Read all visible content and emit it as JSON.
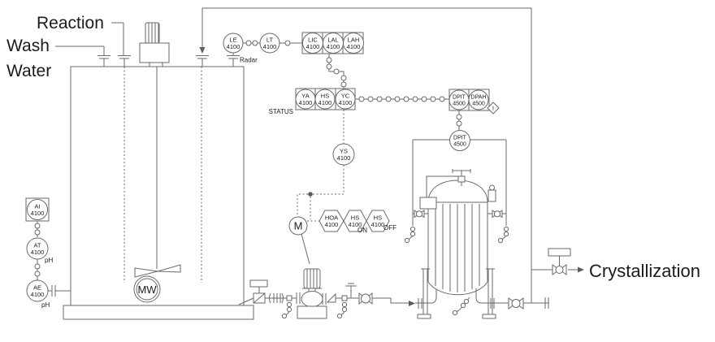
{
  "colors": {
    "line": "#6a6a6a",
    "text": "#1b1b1b",
    "background": "#ffffff"
  },
  "streams": {
    "reaction": "Reaction",
    "wash_water_line1": "Wash",
    "wash_water_line2": "Water",
    "crystallization": "Crystallization"
  },
  "labels": {
    "radar": "Radar",
    "status": "STATUS",
    "hs_on_state": "ON",
    "hs_off_state": "OFF",
    "at_units": "pH",
    "ae_units": "pH",
    "agitator_motor": "MW",
    "pump_motor": "M",
    "interlock": "I"
  },
  "instruments": {
    "le": {
      "tag": "LE",
      "loop": "4100"
    },
    "lt": {
      "tag": "LT",
      "loop": "4100"
    },
    "lic": {
      "tag": "LIC",
      "loop": "4100"
    },
    "lal": {
      "tag": "LAL",
      "loop": "4100"
    },
    "lah": {
      "tag": "LAH",
      "loop": "4100"
    },
    "ya": {
      "tag": "YA",
      "loop": "4100"
    },
    "hs_status": {
      "tag": "HS",
      "loop": "4100"
    },
    "yc": {
      "tag": "YC",
      "loop": "4100"
    },
    "ys": {
      "tag": "YS",
      "loop": "4100"
    },
    "hoa": {
      "tag": "HOA",
      "loop": "4100"
    },
    "hs_on": {
      "tag": "HS",
      "loop": "4100"
    },
    "hs_off": {
      "tag": "HS",
      "loop": "4100"
    },
    "dpit_panel": {
      "tag": "DPIT",
      "loop": "4500"
    },
    "dpah": {
      "tag": "DPAH",
      "loop": "4500"
    },
    "dpit_field": {
      "tag": "DPIT",
      "loop": "4500"
    },
    "ai": {
      "tag": "AI",
      "loop": "4100"
    },
    "at": {
      "tag": "AT",
      "loop": "4100"
    },
    "ae": {
      "tag": "AE",
      "loop": "4100"
    }
  }
}
